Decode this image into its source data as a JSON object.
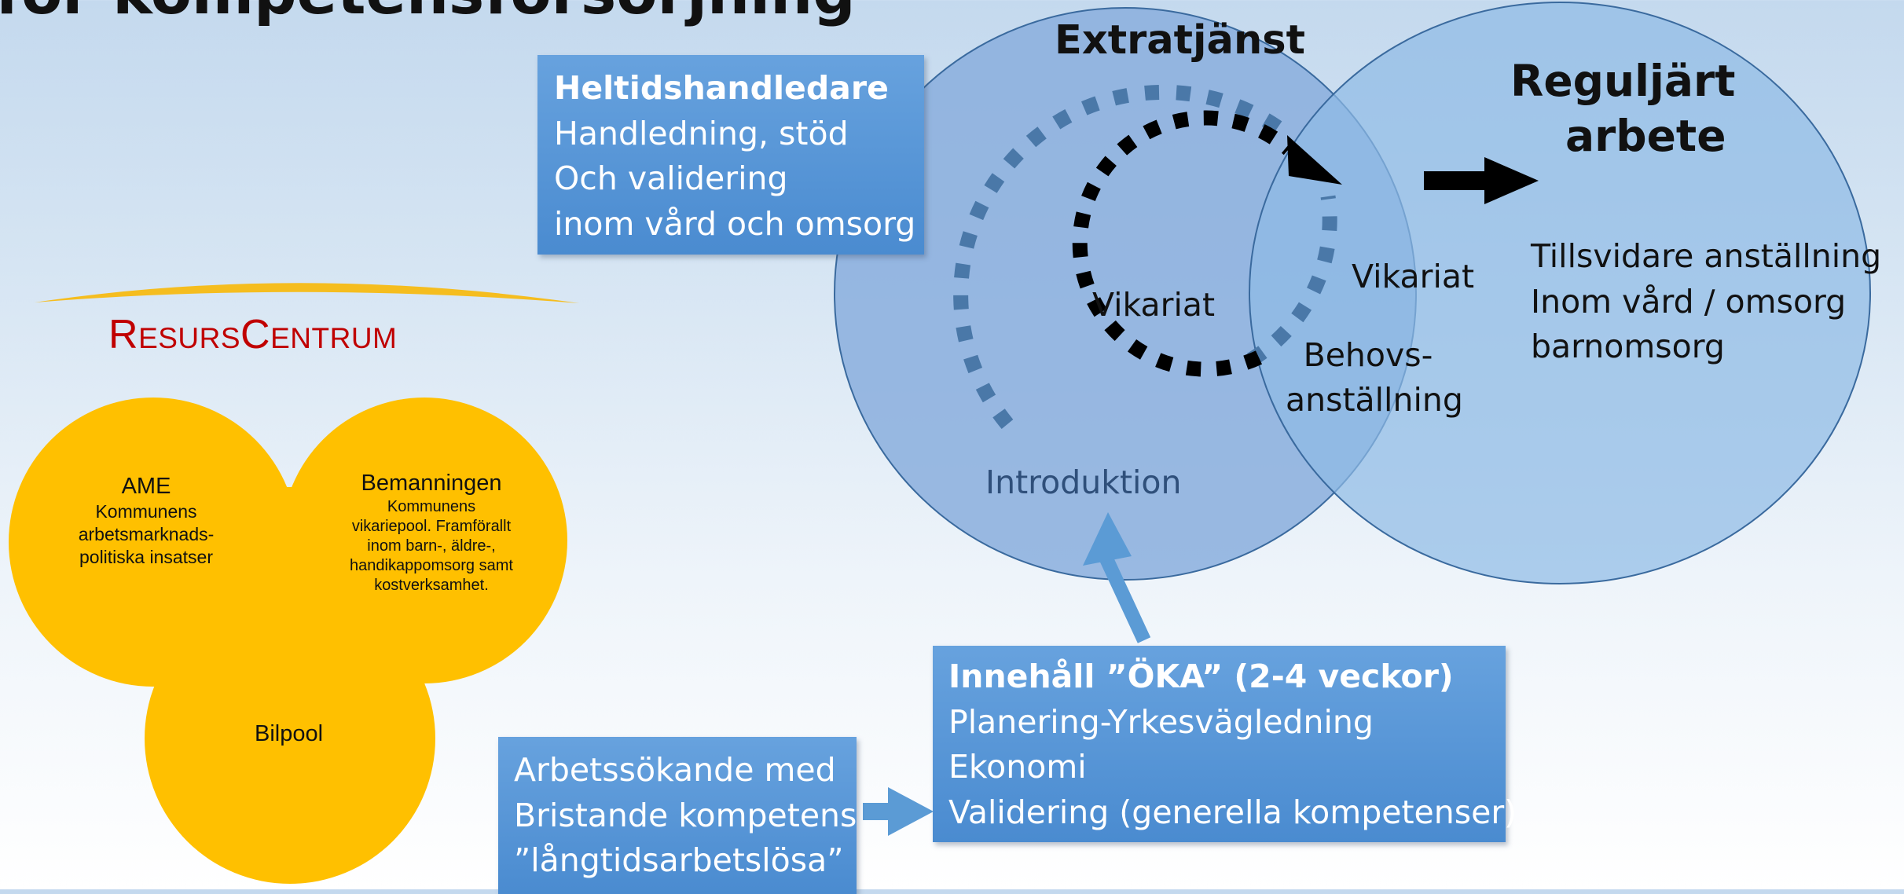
{
  "title": "för kompetensförsörjning",
  "resurscentrum": {
    "r1": "R",
    "w1": "ESURS",
    "c": "C",
    "w2": "ENTRUM"
  },
  "circles": {
    "ame": {
      "title": "AME",
      "lines": [
        "Kommunens",
        "arbetsmarknads-",
        "politiska insatser"
      ]
    },
    "bemanningen": {
      "title": "Bemanningen",
      "lines": [
        "Kommunens",
        "vikariepool. Framförallt",
        "inom barn-, äldre-,",
        "handikappomsorg samt",
        "kostverksamhet."
      ]
    },
    "bilpool": {
      "title": "Bilpool"
    }
  },
  "heltid_box": {
    "title": "Heltidshandledare",
    "lines": [
      "Handledning, stöd",
      "Och validering",
      "inom vård och omsorg"
    ]
  },
  "extratjanst": "Extratjänst",
  "regular": {
    "line1": "Reguljärt",
    "line2": "arbete",
    "details": [
      "Tillsvidare anställning",
      "Inom vård / omsorg",
      "barnomsorg"
    ]
  },
  "vikariat_inner": "Vikariat",
  "vikariat_right": "Vikariat",
  "behovs": {
    "line1": "Behovs-",
    "line2": "anställning"
  },
  "introduktion": "Introduktion",
  "arbetssokande_box": {
    "lines": [
      "Arbetssökande med",
      "Bristande kompetens",
      "”långtidsarbetslösa”"
    ]
  },
  "innehall_box": {
    "title": "Innehåll ”ÖKA” (2-4 veckor)",
    "lines": [
      "Planering-Yrkesvägledning",
      "Ekonomi",
      "Validering (generella kompetenser)"
    ]
  },
  "colors": {
    "orange_circle": "#ffc000",
    "logo_red": "#c00000",
    "box_blue": "#5b9bd5",
    "ellipse_left": "#8eaadb",
    "ellipse_right": "#9dc3e6",
    "dash_blue": "#4a78a8"
  }
}
